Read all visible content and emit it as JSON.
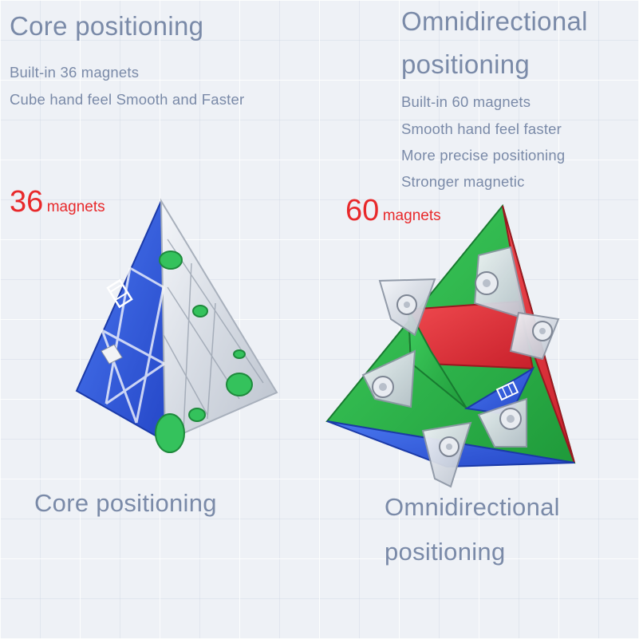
{
  "left": {
    "title": "Core positioning",
    "features": [
      "Built-in 36 magnets",
      "Cube hand feel Smooth and Faster"
    ],
    "magnet_count": "36",
    "magnet_unit": "magnets",
    "caption": "Core positioning"
  },
  "right": {
    "title_line1": "Omnidirectional",
    "title_line2": "positioning",
    "features": [
      "Built-in 60 magnets",
      "Smooth hand feel faster",
      "More precise positioning",
      "Stronger magnetic"
    ],
    "magnet_count": "60",
    "magnet_unit": "magnets",
    "caption_line1": "Omnidirectional",
    "caption_line2": "positioning"
  },
  "colors": {
    "text": "#7a8aa8",
    "accent_red": "#e8292b",
    "cube_blue": "#2f5fe0",
    "cube_green": "#2bb34a",
    "cube_red": "#e2333a"
  },
  "icons": [
    "pyraminx-cube-left",
    "pyraminx-cube-right",
    "brand-logo"
  ]
}
